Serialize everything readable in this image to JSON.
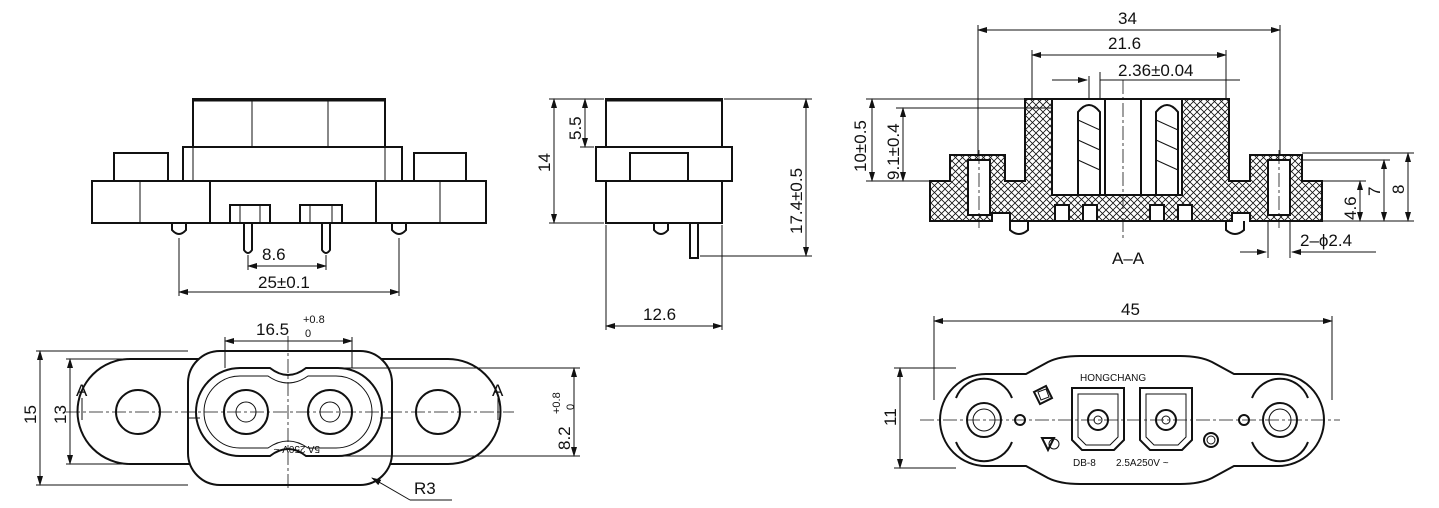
{
  "dims": {
    "top_left": {
      "pitch": "8.6",
      "span": "25±0.1"
    },
    "side": {
      "height_14": "14",
      "height_5_5": "5.5",
      "height_17_4": "17.4±0.5",
      "depth": "12.6"
    },
    "section": {
      "w34": "34",
      "w21_6": "21.6",
      "w2_36": "2.36±0.04",
      "h10": "10±0.5",
      "h9_1": "9.1±0.4",
      "h4_6": "4.6",
      "h7": "7",
      "h8": "8",
      "holes": "2–ϕ2.4",
      "label": "A–A"
    },
    "front": {
      "w16_5": "16.5",
      "w16_5_tol_upper": "+0.8",
      "w16_5_tol_lower": "0",
      "h15": "15",
      "h13": "13",
      "h8_2": "8.2",
      "h8_2_tol_upper": "+0.8",
      "h8_2_tol_lower": "0",
      "radius": "R3",
      "cut_left": "A",
      "cut_right": "A",
      "rating": "5A 250V ~"
    },
    "rear": {
      "w45": "45",
      "h11": "11",
      "brand": "HONGCHANG",
      "model": "DB-8",
      "rating": "2.5A250V ~"
    }
  }
}
